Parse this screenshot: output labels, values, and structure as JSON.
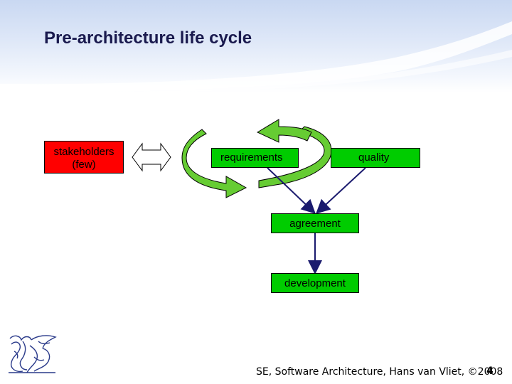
{
  "slide": {
    "title": "Pre-architecture life cycle"
  },
  "diagram": {
    "stakeholders_label": "stakeholders\n(few)",
    "requirements_label": "requirements",
    "quality_label": "quality",
    "agreement_label": "agreement",
    "development_label": "development"
  },
  "footer": {
    "text": "SE, Software Architecture, Hans van Vliet, ©2008",
    "page_number": "4"
  },
  "colors": {
    "box_green": "#00cc00",
    "box_red": "#ff0000",
    "arrow_green": "#66cc33",
    "arrow_dark": "#1a1a6e"
  },
  "icons": [
    "double-headed-arrow-icon",
    "cycle-arrows-icon",
    "logo-icon"
  ]
}
